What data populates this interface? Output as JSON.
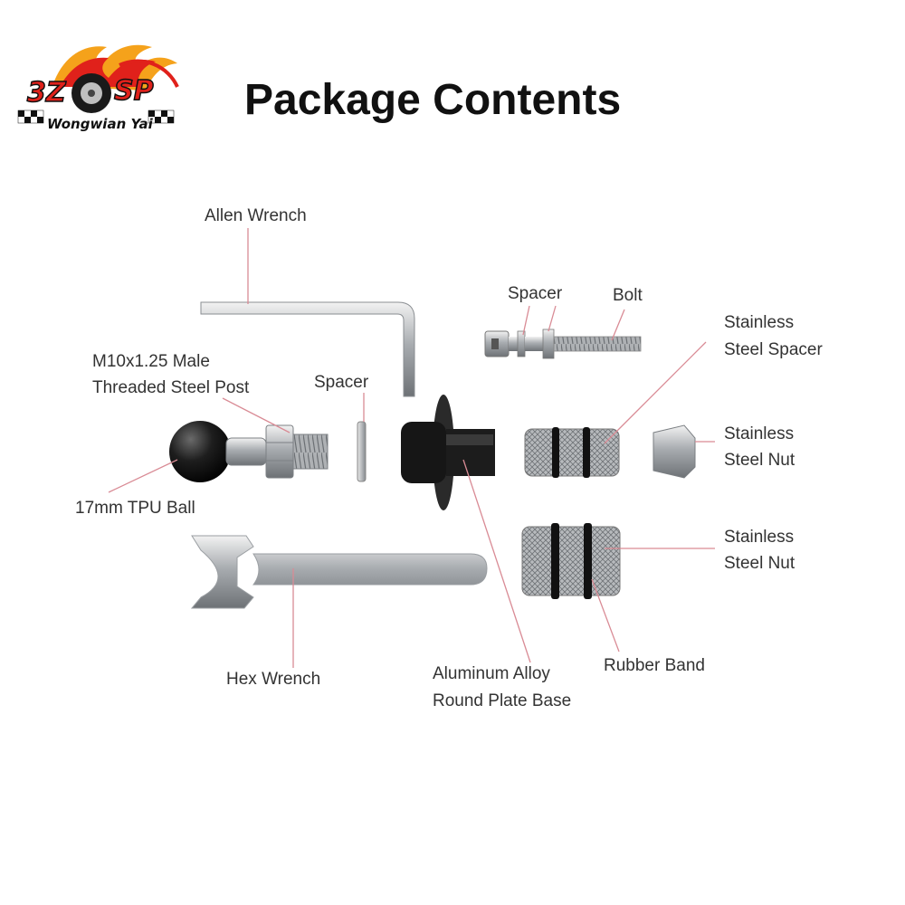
{
  "brand": {
    "logo_left": "3Z",
    "logo_right": "SP",
    "tagline": "Wongwian Yai"
  },
  "title": "Package Contents",
  "labels": {
    "allen_wrench": "Allen Wrench",
    "spacer_top": "Spacer",
    "bolt": "Bolt",
    "stainless_spacer_line1": "Stainless",
    "stainless_spacer_line2": "Steel Spacer",
    "post_line1": "M10x1.25 Male",
    "post_line2": "Threaded Steel Post",
    "spacer_mid": "Spacer",
    "stainless_nut1_line1": "Stainless",
    "stainless_nut1_line2": "Steel Nut",
    "tpu_ball": "17mm TPU Ball",
    "stainless_nut2_line1": "Stainless",
    "stainless_nut2_line2": "Steel Nut",
    "hex_wrench": "Hex Wrench",
    "base_line1": "Aluminum Alloy",
    "base_line2": "Round Plate Base",
    "rubber_band": "Rubber Band"
  },
  "colors": {
    "brand_red": "#e0211b",
    "brand_orange": "#f5a21b",
    "leader_line": "#d98b95",
    "steel": "#9aa0a6",
    "black_part": "#1a1a1a"
  }
}
